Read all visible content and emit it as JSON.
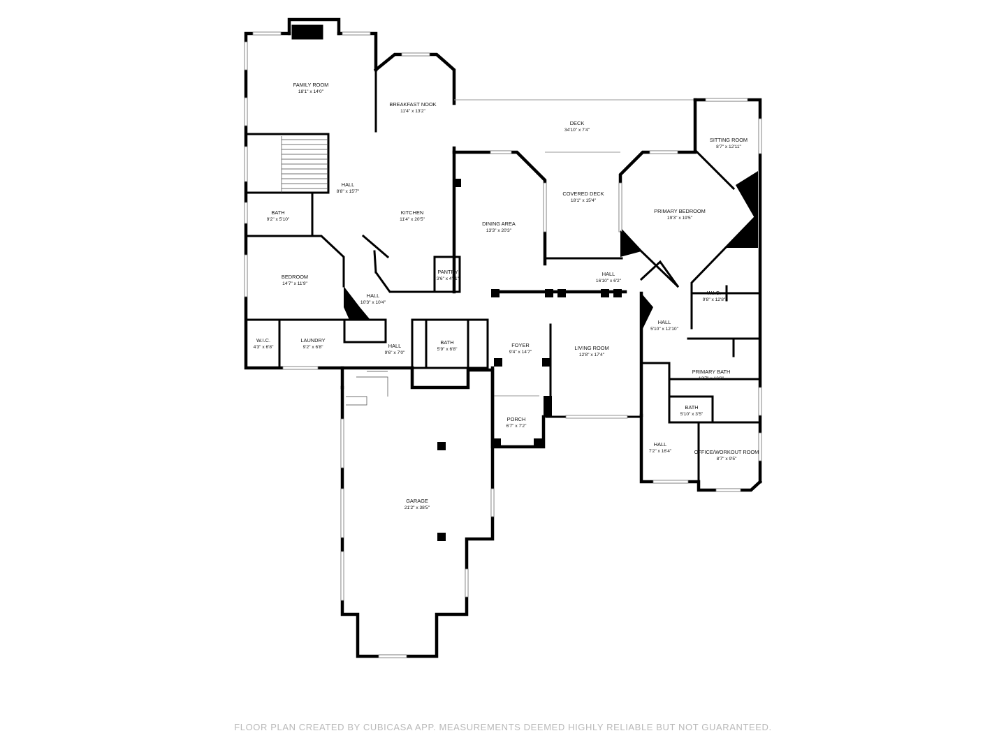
{
  "rooms": [
    {
      "id": "family-room",
      "name": "FAMILY ROOM",
      "dim": "18'1\" x 14'0\""
    },
    {
      "id": "breakfast-nook",
      "name": "BREAKFAST NOOK",
      "dim": "11'4\" x 13'2\""
    },
    {
      "id": "deck",
      "name": "DECK",
      "dim": "34'10\" x 7'4\""
    },
    {
      "id": "sitting-room",
      "name": "SITTING ROOM",
      "dim": "8'7\" x 12'11\""
    },
    {
      "id": "hall-upper",
      "name": "HALL",
      "dim": "8'8\" x 15'7\""
    },
    {
      "id": "kitchen",
      "name": "KITCHEN",
      "dim": "11'4\" x 20'5\""
    },
    {
      "id": "covered-deck",
      "name": "COVERED DECK",
      "dim": "18'1\" x 15'4\""
    },
    {
      "id": "dining-area",
      "name": "DINING AREA",
      "dim": "13'3\" x 20'3\""
    },
    {
      "id": "primary-bedroom",
      "name": "PRIMARY BEDROOM",
      "dim": "19'3\" x 19'5\""
    },
    {
      "id": "bath-1",
      "name": "BATH",
      "dim": "9'2\" x 5'10\""
    },
    {
      "id": "pantry",
      "name": "PANTRY",
      "dim": "3'6\" x 4'11\""
    },
    {
      "id": "hall-center",
      "name": "HALL",
      "dim": "16'10\" x 6'2\""
    },
    {
      "id": "bedroom",
      "name": "BEDROOM",
      "dim": "14'7\" x 11'9\""
    },
    {
      "id": "hall-left",
      "name": "HALL",
      "dim": "10'3\" x 10'4\""
    },
    {
      "id": "wic-right",
      "name": "W.I.C.",
      "dim": "9'8\" x 12'8\""
    },
    {
      "id": "hall-right",
      "name": "HALL",
      "dim": "5'10\" x 12'10\""
    },
    {
      "id": "wic-left",
      "name": "W.I.C.",
      "dim": "4'3\" x 6'8\""
    },
    {
      "id": "laundry",
      "name": "LAUNDRY",
      "dim": "9'2\" x 6'8\""
    },
    {
      "id": "hall-laundry",
      "name": "HALL",
      "dim": "9'6\" x 7'0\""
    },
    {
      "id": "bath-2",
      "name": "BATH",
      "dim": "5'9\" x 6'8\""
    },
    {
      "id": "foyer",
      "name": "FOYER",
      "dim": "9'4\" x 14'7\""
    },
    {
      "id": "living-room",
      "name": "LIVING ROOM",
      "dim": "12'8\" x 17'4\""
    },
    {
      "id": "primary-bath",
      "name": "PRIMARY BATH",
      "dim": "12'7\" x 12'2\""
    },
    {
      "id": "bath-3",
      "name": "BATH",
      "dim": "5'10\" x 3'5\""
    },
    {
      "id": "porch",
      "name": "PORCH",
      "dim": "6'7\" x 7'2\""
    },
    {
      "id": "hall-lower",
      "name": "HALL",
      "dim": "7'2\" x 16'4\""
    },
    {
      "id": "office",
      "name": "OFFICE/WORKOUT ROOM",
      "dim": "8'7\" x 9'5\""
    },
    {
      "id": "garage",
      "name": "GARAGE",
      "dim": "21'2\" x 38'5\""
    }
  ],
  "footer": "FLOOR PLAN CREATED BY CUBICASA APP. MEASUREMENTS DEEMED HIGHLY RELIABLE BUT NOT GUARANTEED."
}
